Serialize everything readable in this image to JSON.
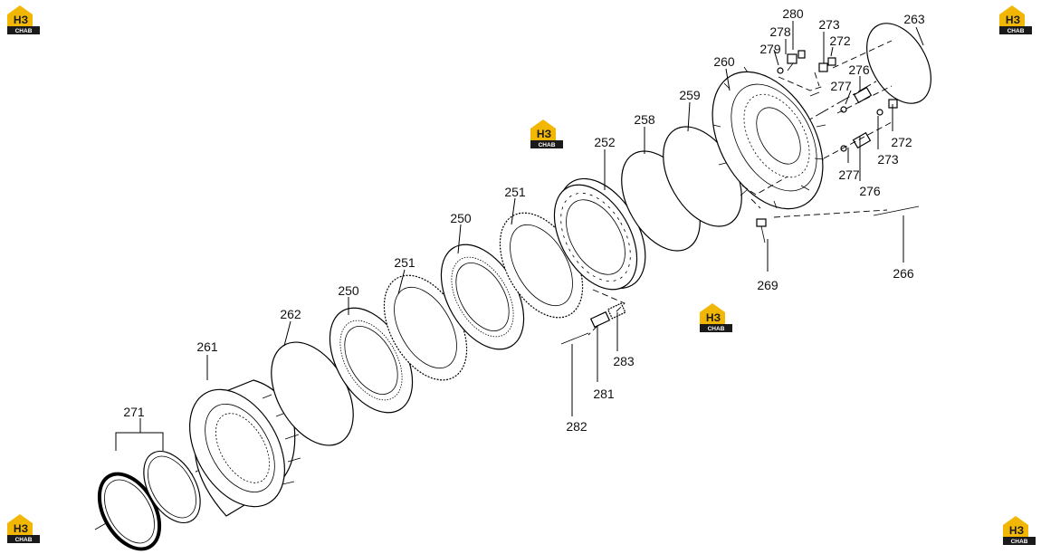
{
  "diagram": {
    "part_numbers": {
      "p250a": "250",
      "p250b": "250",
      "p251a": "251",
      "p251b": "251",
      "p252": "252",
      "p258": "258",
      "p259": "259",
      "p260": "260",
      "p261": "261",
      "p262": "262",
      "p263": "263",
      "p266": "266",
      "p269": "269",
      "p271": "271",
      "p272a": "272",
      "p272b": "272",
      "p273a": "273",
      "p273b": "273",
      "p276a": "276",
      "p276b": "276",
      "p277a": "277",
      "p277b": "277",
      "p278": "278",
      "p279": "279",
      "p280": "280",
      "p281": "281",
      "p282": "282",
      "p283": "283"
    }
  },
  "watermark": {
    "mark": "НЗ",
    "text": "CHAB",
    "color": "#f2b705"
  }
}
